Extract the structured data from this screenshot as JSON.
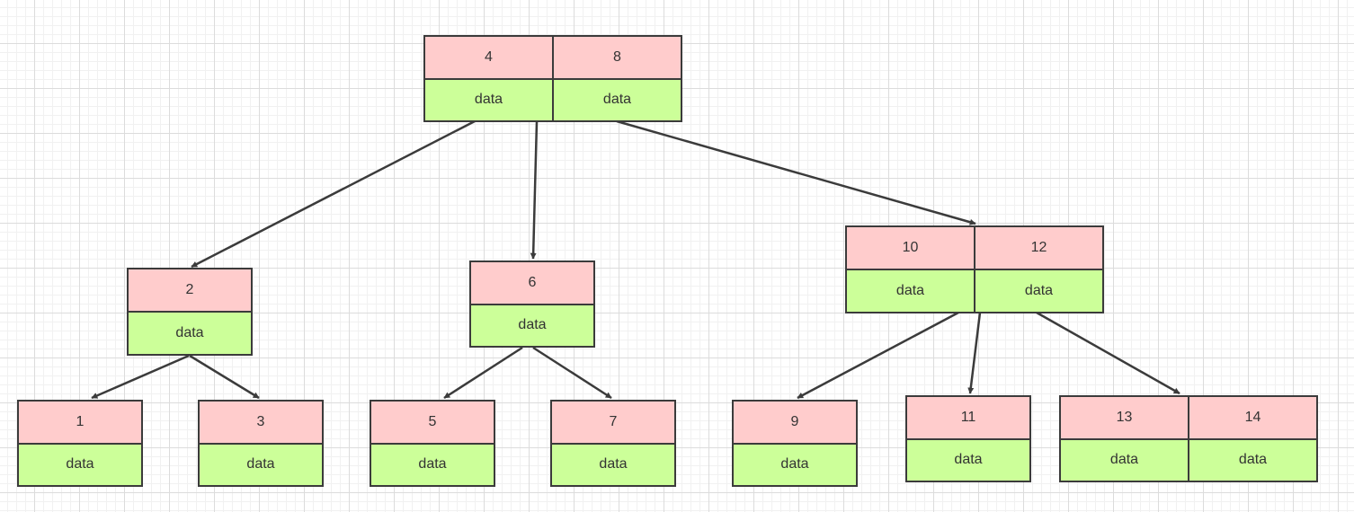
{
  "colors": {
    "key_fill": "#ffcccc",
    "data_fill": "#ccff99",
    "stroke": "#3b3b3b",
    "text": "#333333"
  },
  "nodes": {
    "root": {
      "cells": [
        {
          "key": "4",
          "data": "data"
        },
        {
          "key": "8",
          "data": "data"
        }
      ]
    },
    "n2": {
      "cells": [
        {
          "key": "2",
          "data": "data"
        }
      ]
    },
    "n6": {
      "cells": [
        {
          "key": "6",
          "data": "data"
        }
      ]
    },
    "n10_12": {
      "cells": [
        {
          "key": "10",
          "data": "data"
        },
        {
          "key": "12",
          "data": "data"
        }
      ]
    },
    "n1": {
      "cells": [
        {
          "key": "1",
          "data": "data"
        }
      ]
    },
    "n3": {
      "cells": [
        {
          "key": "3",
          "data": "data"
        }
      ]
    },
    "n5": {
      "cells": [
        {
          "key": "5",
          "data": "data"
        }
      ]
    },
    "n7": {
      "cells": [
        {
          "key": "7",
          "data": "data"
        }
      ]
    },
    "n9": {
      "cells": [
        {
          "key": "9",
          "data": "data"
        }
      ]
    },
    "n11": {
      "cells": [
        {
          "key": "11",
          "data": "data"
        }
      ]
    },
    "n13_14": {
      "cells": [
        {
          "key": "13",
          "data": "data"
        },
        {
          "key": "14",
          "data": "data"
        }
      ]
    }
  },
  "edges": [
    {
      "from": "root",
      "to": "n2"
    },
    {
      "from": "root",
      "to": "n6"
    },
    {
      "from": "root",
      "to": "n10_12"
    },
    {
      "from": "n2",
      "to": "n1"
    },
    {
      "from": "n2",
      "to": "n3"
    },
    {
      "from": "n6",
      "to": "n5"
    },
    {
      "from": "n6",
      "to": "n7"
    },
    {
      "from": "n10_12",
      "to": "n9"
    },
    {
      "from": "n10_12",
      "to": "n11"
    },
    {
      "from": "n10_12",
      "to": "n13_14"
    }
  ]
}
